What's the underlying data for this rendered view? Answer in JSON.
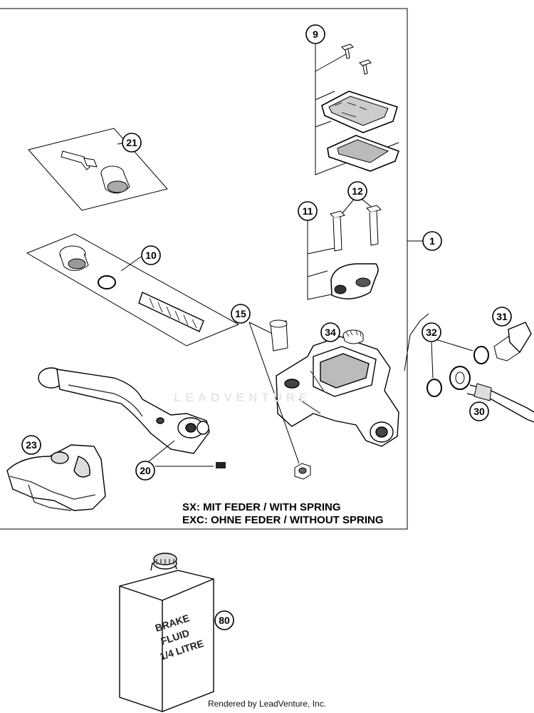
{
  "callouts": [
    "9",
    "21",
    "12",
    "11",
    "1",
    "10",
    "15",
    "34",
    "31",
    "32",
    "23",
    "20",
    "30",
    "80"
  ],
  "notes": {
    "sx": "SX: MIT FEDER / WITH SPRING",
    "exc": "EXC: OHNE FEDER / WITHOUT SPRING"
  },
  "fluid_label": [
    "BRAKE",
    "FLUID",
    "1/4 LITRE"
  ],
  "watermark": "LEADVENTURE",
  "footer": "Rendered by LeadVenture, Inc."
}
